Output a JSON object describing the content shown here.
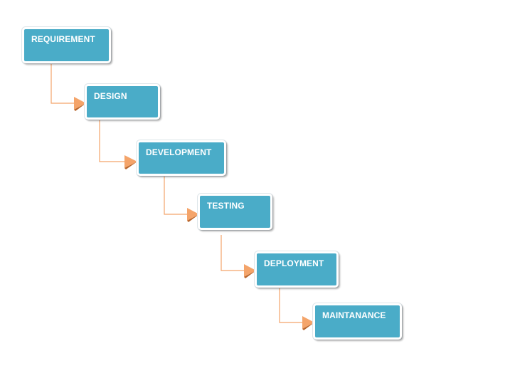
{
  "diagram": {
    "stages": [
      {
        "id": "requirement",
        "label": "REQUIREMENT"
      },
      {
        "id": "design",
        "label": "DESIGN"
      },
      {
        "id": "development",
        "label": "DEVELOPMENT"
      },
      {
        "id": "testing",
        "label": "TESTING"
      },
      {
        "id": "deployment",
        "label": "DEPLOYMENT"
      },
      {
        "id": "maintanance",
        "label": "MAINTANANCE"
      }
    ],
    "colors": {
      "box_fill": "#4aacc8",
      "box_border": "#ffffff",
      "text": "#ffffff",
      "connector": "#f4a46a",
      "arrowhead_fill": "#f4a46a",
      "arrowhead_shade": "#b8652c"
    }
  }
}
